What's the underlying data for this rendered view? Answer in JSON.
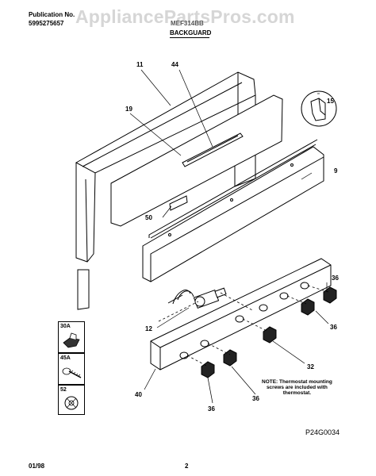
{
  "header": {
    "publication_label": "Publication No.",
    "publication_number": "5995275657",
    "model": "MEF314BB",
    "section_title": "BACKGUARD",
    "watermark": "AppliancePartsPros.com"
  },
  "callouts": {
    "c11": "11",
    "c44": "44",
    "c19": "19",
    "c15": "15",
    "c9": "9",
    "c50": "50",
    "c36a": "36",
    "c36b": "36",
    "c36c": "36",
    "c36d": "36",
    "c12": "12",
    "c32": "32",
    "c40": "40"
  },
  "parts_key": [
    {
      "label": "30A",
      "icon": "wing-knob-icon"
    },
    {
      "label": "45A",
      "icon": "screw-icon"
    },
    {
      "label": "52",
      "icon": "clip-ring-icon"
    }
  ],
  "note": {
    "line1": "NOTE: Thermostat mounting",
    "line2": "screws are included with",
    "line3": "thermostat."
  },
  "footer": {
    "diagram_code": "P24G0034",
    "date": "01/98",
    "page": "2"
  }
}
